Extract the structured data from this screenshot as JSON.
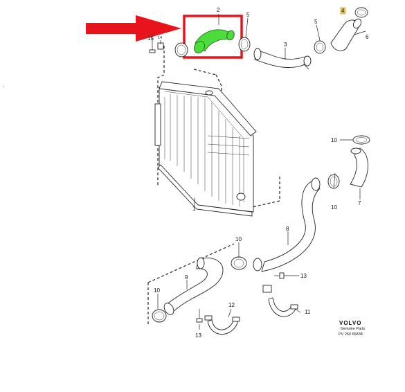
{
  "callouts": {
    "n1": "1",
    "n2": "2",
    "n3": "3",
    "n4": "4",
    "n5a": "5",
    "n5b": "5",
    "n6": "6",
    "n7": "7",
    "n8": "8",
    "n9": "9",
    "n10a": "10",
    "n10b": "10",
    "n10c": "10",
    "n10d": "10",
    "n11": "11",
    "n12": "12",
    "n13a": "13",
    "n13b": "13",
    "n14": "14",
    "n15": "15"
  },
  "footer": {
    "brand": "VOLVO",
    "line1": "Genuine Parts",
    "line2": "PV 260 66838"
  },
  "colors": {
    "arrow": "#e8141c",
    "highlight_box": "#e8141c",
    "highlighted_part": "#4cdc3c",
    "tag_marker": "#f2c94c"
  },
  "highlighted_part": "2"
}
